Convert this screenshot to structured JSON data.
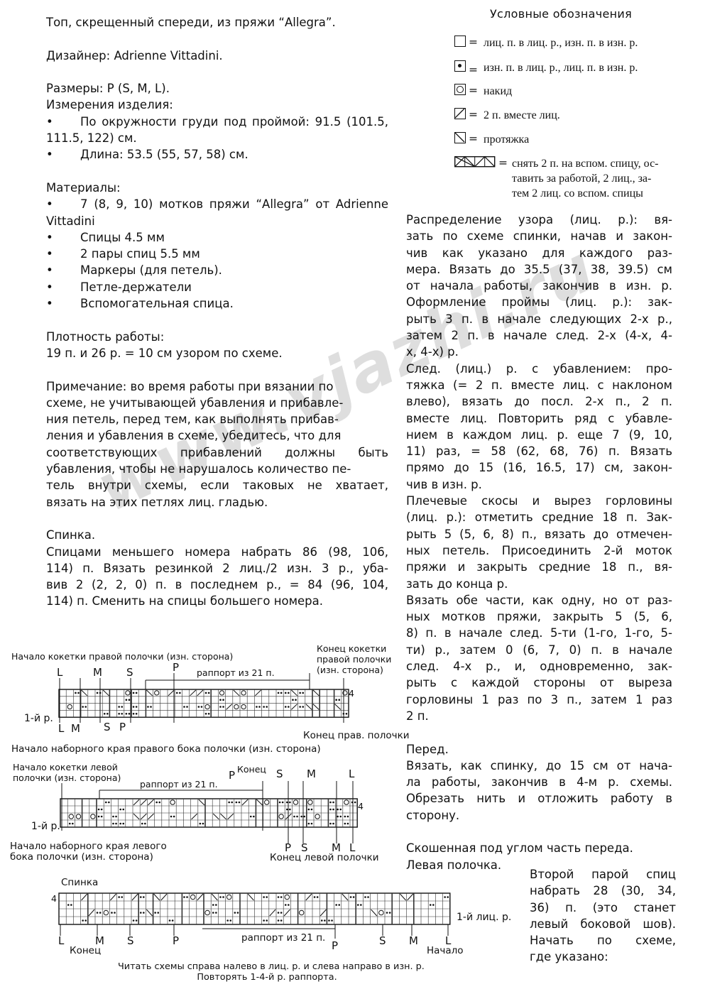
{
  "left": {
    "title": "Топ, скрещенный спереди, из пряжи “Allegra”.",
    "designer": "Дизайнер: Adrienne Vittadini.",
    "sizes": "Размеры: P (S, M, L).",
    "measurements_header": "Измерения изделия:",
    "measure_chest": "По окружности груди под проймой: 91.5 (101.5, 111.5, 122) см.",
    "measure_length": "Длина: 53.5 (55, 57, 58) см.",
    "materials_header": "Материалы:",
    "materials": [
      "7 (8, 9, 10) мотков пряжи “Allegra” от Adrienne Vittadini",
      "Спицы 4.5 мм",
      "2 пары спиц 5.5 мм",
      "Маркеры (для петель).",
      "Петле-держатели",
      "Вспомогательная спица."
    ],
    "gauge_header": "Плотность работы:",
    "gauge_text": "19 п. и 26 р. = 10 см узором по схеме.",
    "note_lines": [
      "Примечание: во время работы при вязании по",
      "схеме, не учитывающей убавления и прибавле-",
      "ния петель, перед тем, как выполнять прибав-",
      "ления и убавления в схеме, убедитесь, что для",
      "соответствующих прибавлений должны быть",
      "убавления, чтобы не нарушалось количество пе-",
      "тель внутри схемы, если таковых не хватает,",
      "вязать на этих петлях лиц. гладью."
    ],
    "back_header": "Спинка.",
    "back_lines": [
      "Спицами меньшего номера набрать 86 (98, 106,",
      "114) п. Вязать резинкой 2 лиц./2 изн. 3 р., уба-",
      "вив 2 (2, 2, 0) п. в последнем р., = 84 (96, 104,",
      "114) п. Сменить на спицы большего номера."
    ],
    "bullet": "•"
  },
  "legend": {
    "title": "Условные обозначения",
    "eq": "=",
    "items": [
      {
        "icon": "empty-square-icon",
        "text": "лиц. п. в лиц. р., изн. п. в изн. р."
      },
      {
        "icon": "dot-square-icon",
        "text": "изн. п. в лиц. р., лиц. п. в изн. р."
      },
      {
        "icon": "circle-square-icon",
        "text": "накид"
      },
      {
        "icon": "right-slash-square-icon",
        "text": "2 п. вместе лиц."
      },
      {
        "icon": "left-slash-square-icon",
        "text": "протяжка"
      },
      {
        "icon": "cable-icon",
        "text_lines": [
          "снять 2 п. на вспом. спицу, ос-",
          "тавить за работой, 2 лиц., за-",
          "тем 2 лиц. со вспом. спицы"
        ]
      }
    ]
  },
  "right": {
    "lines": [
      "Распределение узора (лиц. р.): вя-",
      "зать по схеме спинки, начав и закон-",
      "чив как указано для каждого раз-",
      "мера. Вязать до 35.5 (37, 38, 39.5) см",
      "от  начала работы, закончив в изн. р.",
      "Оформление проймы (лиц. р.): зак-",
      "рыть 3 п. в начале следующих 2-х р.,",
      "затем 2 п. в начале след. 2-х (4-х, 4-",
      "х, 4-х) р.",
      "След. (лиц.) р. с убавлением:  про-",
      "тяжка (= 2 п. вместе лиц. с наклоном",
      "влево), вязать до посл. 2-х п., 2 п.",
      "вместе лиц. Повторить ряд с убавле-",
      "нием в каждом лиц. р. еще 7 (9, 10,",
      "11) раз, = 58 (62, 68, 76) п. Вязать",
      "прямо до 15 (16, 16.5, 17) см, закон-",
      "чив в изн. р.",
      "Плечевые скосы и вырез горловины",
      "(лиц. р.): отметить средние 18 п. Зак-",
      "рыть 5 (5, 6, 8) п., вязать до отмечен-",
      "ных петель. Присоединить 2-й моток",
      "пряжи и закрыть средние 18 п., вя-",
      "зать до конца р.",
      "Вязать обе части, как одну, но от раз-",
      "ных мотков пряжи, закрыть 5 (5, 6,",
      "8) п. в начале след. 5-ти (1-го, 1-го, 5-",
      "ти) р., затем 0 (6, 7, 0) п. в начале",
      "след. 4-х р., и, одновременно, зак-",
      "рыть с каждой стороны от выреза",
      "горловины 1 раз по 3 п., затем 1 раз",
      "2 п."
    ],
    "front_header": "Перед.",
    "front_lines": [
      "Вязать, как спинку, до 15 см от нача-",
      "ла работы, закончив в 4-м р. схемы.",
      "Обрезать нить и отложить работу в",
      "сторону."
    ],
    "skew_lines": [
      "Скошенная под углом часть переда.",
      "Левая полочка."
    ],
    "final_lines": [
      "Второй парой спиц",
      "набрать 28 (30, 34,",
      "36) п. (это станет",
      "левый боковой шов).",
      "Начать по схеме,",
      "где указано:"
    ]
  },
  "watermark": "www.vjazhi.ru",
  "charts": {
    "chart1": {
      "label_top_left": "Начало кокетки правой полочки (изн. сторона)",
      "label_top_right": [
        "Конец кокетки",
        "правой полочки",
        "(изн. сторона)"
      ],
      "repeat": "раппорт из 21 п.",
      "row4": "4",
      "row1": "1-й р.",
      "end_right": "Конец прав. полочки",
      "bottom": "Начало наборного края правого бока полочки (изн. сторона)",
      "markers_top": [
        "L",
        "M",
        "S",
        "P"
      ],
      "markers_bottom": [
        "L",
        "M",
        "S",
        "P"
      ]
    },
    "chart2": {
      "label_top_left": [
        "Начало кокетки левой",
        "полочки (изн. сторона)"
      ],
      "repeat": "раппорт из 21 п.",
      "end": "Конец",
      "row4": "4",
      "row1": "1-й р.",
      "bottom_left": [
        "Начало наборного края левого",
        "бока полочки (изн. сторона)"
      ],
      "end_left": "Конец левой полочки",
      "markers_top": [
        "P",
        "S",
        "M",
        "L"
      ],
      "markers_bottom": [
        "P",
        "S",
        "M",
        "L"
      ]
    },
    "chart3": {
      "title": "Спинка",
      "row4": "4",
      "row1": "1-й лиц. р.",
      "markers_bottom": [
        "L",
        "M",
        "S",
        "P",
        "P",
        "S",
        "M",
        "L"
      ],
      "end": "Конец",
      "start": "Начало",
      "repeat": "раппорт из 21 п.",
      "note_lines": [
        "Читать схемы справа налево в лиц. р. и слева направо в изн. р.",
        "Повторять 1-4-й р. раппорта."
      ]
    }
  }
}
